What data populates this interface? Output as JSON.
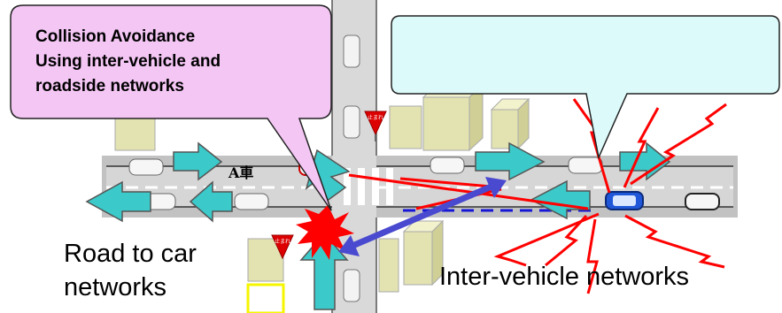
{
  "callout": {
    "line1": "Collision Avoidance",
    "line2": "Using  inter-vehicle and",
    "line3": "roadside networks"
  },
  "labels": {
    "car_a": "A車",
    "road_to_car_line1": "Road to car",
    "road_to_car_line2": "networks",
    "inter_vehicle": "Inter-vehicle  networks",
    "stop_sign": "止まれ"
  },
  "colors": {
    "callout_fill": "#f4c6f4",
    "speech_fill": "#ddfafa",
    "arrow_cyan": "#3cc9c9",
    "signal_red": "#ff0000",
    "link_blue": "#3333cc",
    "building_fill": "#e3e3b2",
    "road_gray": "#bfbfbf"
  }
}
